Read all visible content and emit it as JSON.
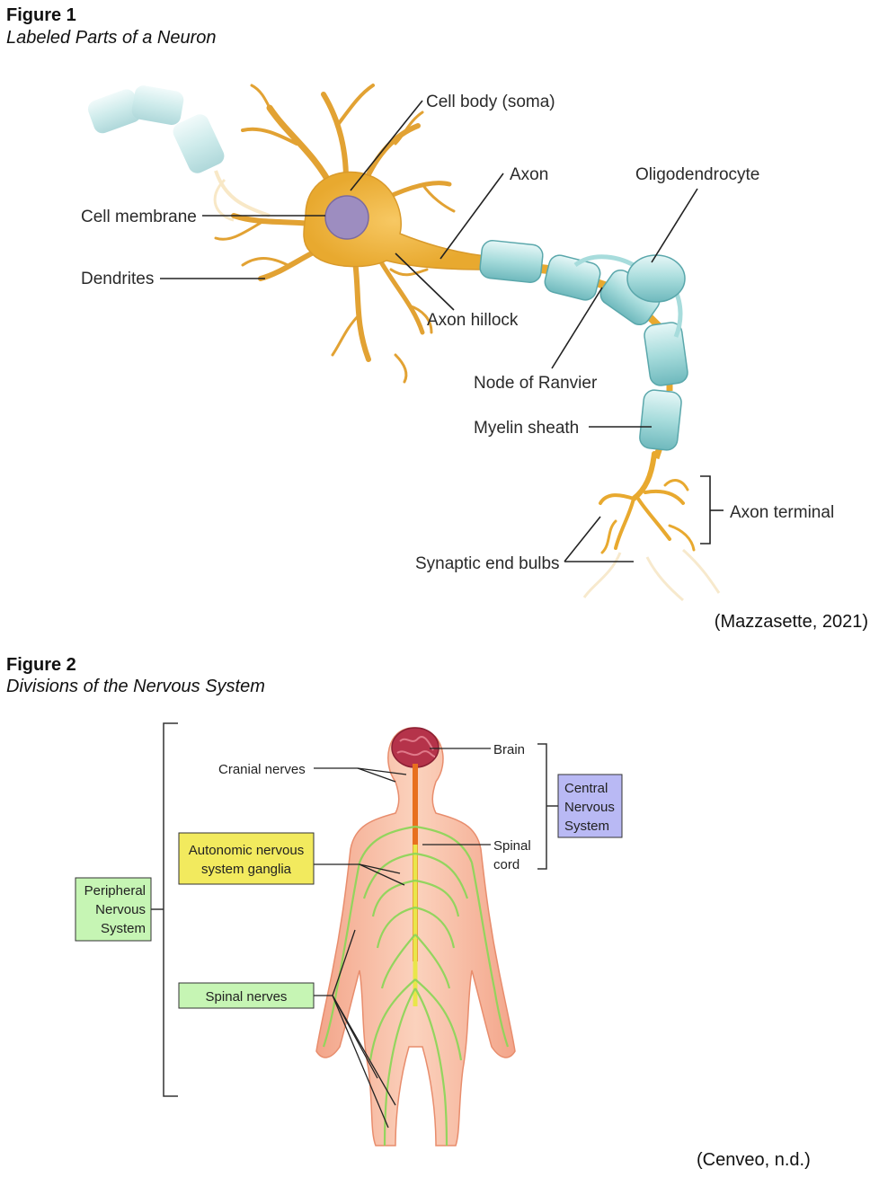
{
  "figure1": {
    "number": "Figure 1",
    "title": "Labeled Parts of a Neuron",
    "labels": {
      "cell_body": "Cell body (soma)",
      "axon": "Axon",
      "oligodendrocyte": "Oligodendrocyte",
      "cell_membrane": "Cell membrane",
      "dendrites": "Dendrites",
      "axon_hillock": "Axon hillock",
      "node_of_ranvier": "Node of Ranvier",
      "myelin_sheath": "Myelin sheath",
      "axon_terminal": "Axon terminal",
      "synaptic_end_bulbs": "Synaptic end bulbs"
    },
    "citation": "(Mazzasette, 2021)"
  },
  "figure2": {
    "number": "Figure 2",
    "title": "Divisions of the Nervous System",
    "labels": {
      "brain": "Brain",
      "cranial_nerves": "Cranial nerves",
      "spinal_cord_line1": "Spinal",
      "spinal_cord_line2": "cord",
      "ans_line1": "Autonomic nervous",
      "ans_line2": "system ganglia",
      "spinal_nerves": "Spinal nerves",
      "pns_line1": "Peripheral",
      "pns_line2": "Nervous",
      "pns_line3": "System",
      "cns_line1": "Central",
      "cns_line2": "Nervous",
      "cns_line3": "System"
    },
    "colors": {
      "pns_box": "#c6f5b4",
      "cns_box": "#b9b9f4",
      "ans_box": "#f2ea5e",
      "spinal_nerves_box": "#c6f5b4"
    },
    "citation": "(Cenveo, n.d.)"
  }
}
